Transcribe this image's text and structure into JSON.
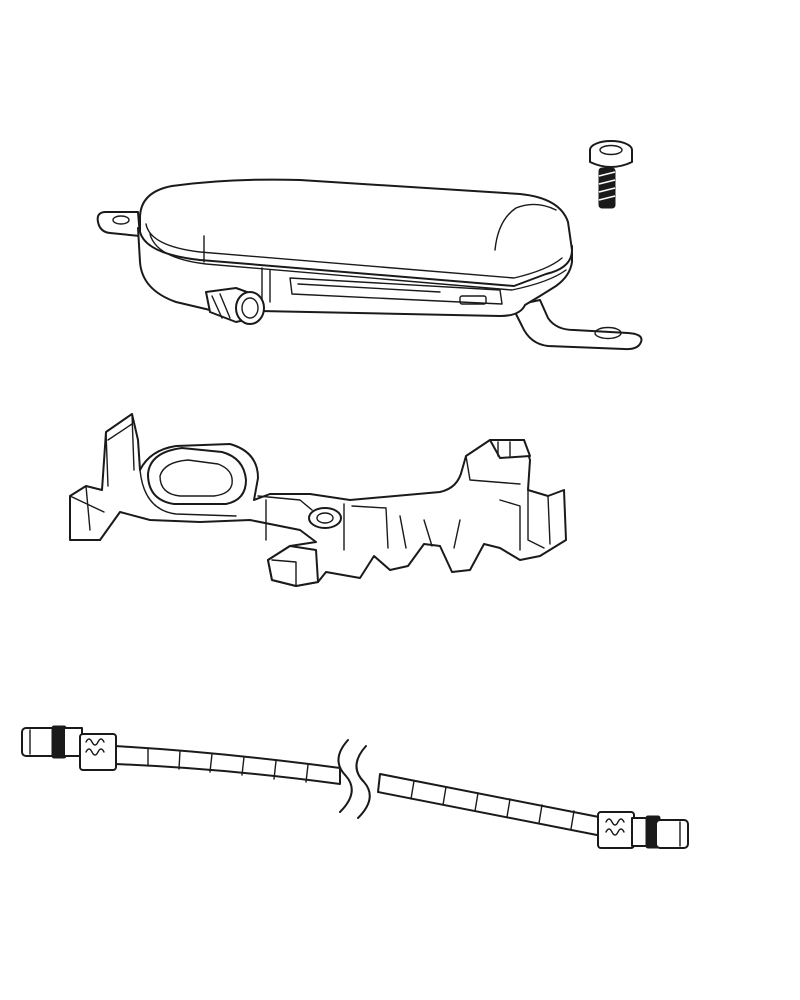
{
  "parts": [
    {
      "id": "screw",
      "icon": "torx-screw-icon"
    },
    {
      "id": "battery-housing",
      "icon": "battery-housing-icon"
    },
    {
      "id": "mounting-bracket",
      "icon": "bracket-icon"
    },
    {
      "id": "cable",
      "icon": "cable-icon"
    }
  ],
  "colors": {
    "line": "#1a1a1a",
    "background": "#ffffff"
  }
}
